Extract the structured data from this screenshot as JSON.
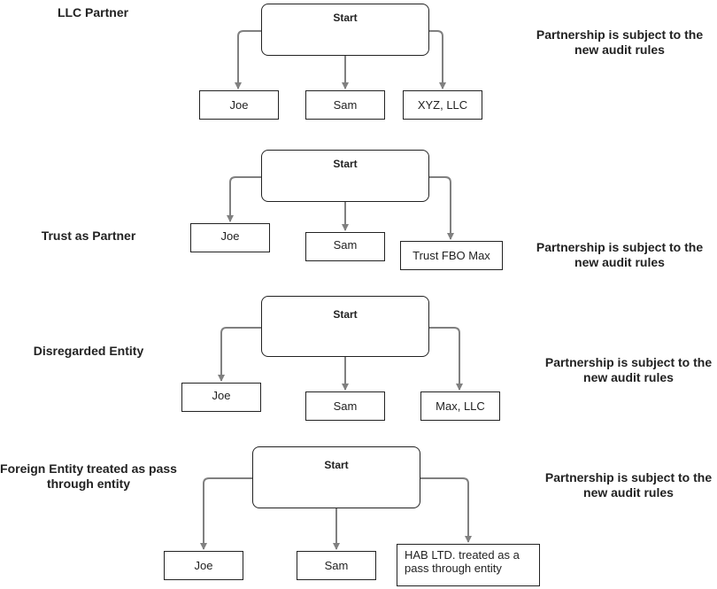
{
  "scenarios": [
    {
      "label": "LLC Partner",
      "start": "Start",
      "partners": [
        "Joe",
        "Sam",
        "XYZ, LLC"
      ],
      "note": "Partnership is subject to the new audit rules"
    },
    {
      "label": "Trust as Partner",
      "start": "Start",
      "partners": [
        "Joe",
        "Sam",
        "Trust FBO Max"
      ],
      "note": "Partnership is subject to the new audit rules"
    },
    {
      "label": "Disregarded Entity",
      "start": "Start",
      "partners": [
        "Joe",
        "Sam",
        "Max, LLC"
      ],
      "note": "Partnership is subject to the new audit rules"
    },
    {
      "label": "Foreign Entity treated as pass through entity",
      "start": "Start",
      "partners": [
        "Joe",
        "Sam",
        "HAB LTD. treated as a pass through entity"
      ],
      "note": "Partnership is subject to the new audit rules"
    }
  ],
  "colors": {
    "connector": "#808080",
    "border": "#222222",
    "text": "#222222"
  }
}
